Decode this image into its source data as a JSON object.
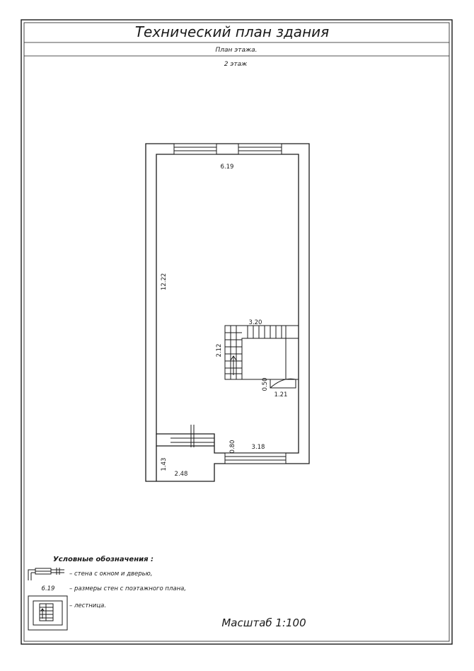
{
  "header": {
    "title": "Технический план здания",
    "subtitle": "План этажа.",
    "floor_label": "2 этаж"
  },
  "plan": {
    "dimensions": {
      "top_width": "6.19",
      "left_height": "12.22",
      "stair_width": "3.20",
      "stair_depth": "2.12",
      "landing_depth": "0.50",
      "landing_width": "1.21",
      "bottom_right_width": "3.18",
      "bottom_right_depth": "0.80",
      "annex_width": "2.48",
      "annex_depth": "1.43"
    }
  },
  "legend": {
    "heading": "Условные обозначения :",
    "items": [
      {
        "icon": "wall-window-door-icon",
        "text": "– стена с окном и дверью,"
      },
      {
        "icon": "dimension-sample",
        "sample": "6.19",
        "text": "– размеры стен с поэтажного плана,"
      },
      {
        "icon": "stairs-icon",
        "text": "– лестница."
      }
    ]
  },
  "scale": "Масштаб 1:100"
}
